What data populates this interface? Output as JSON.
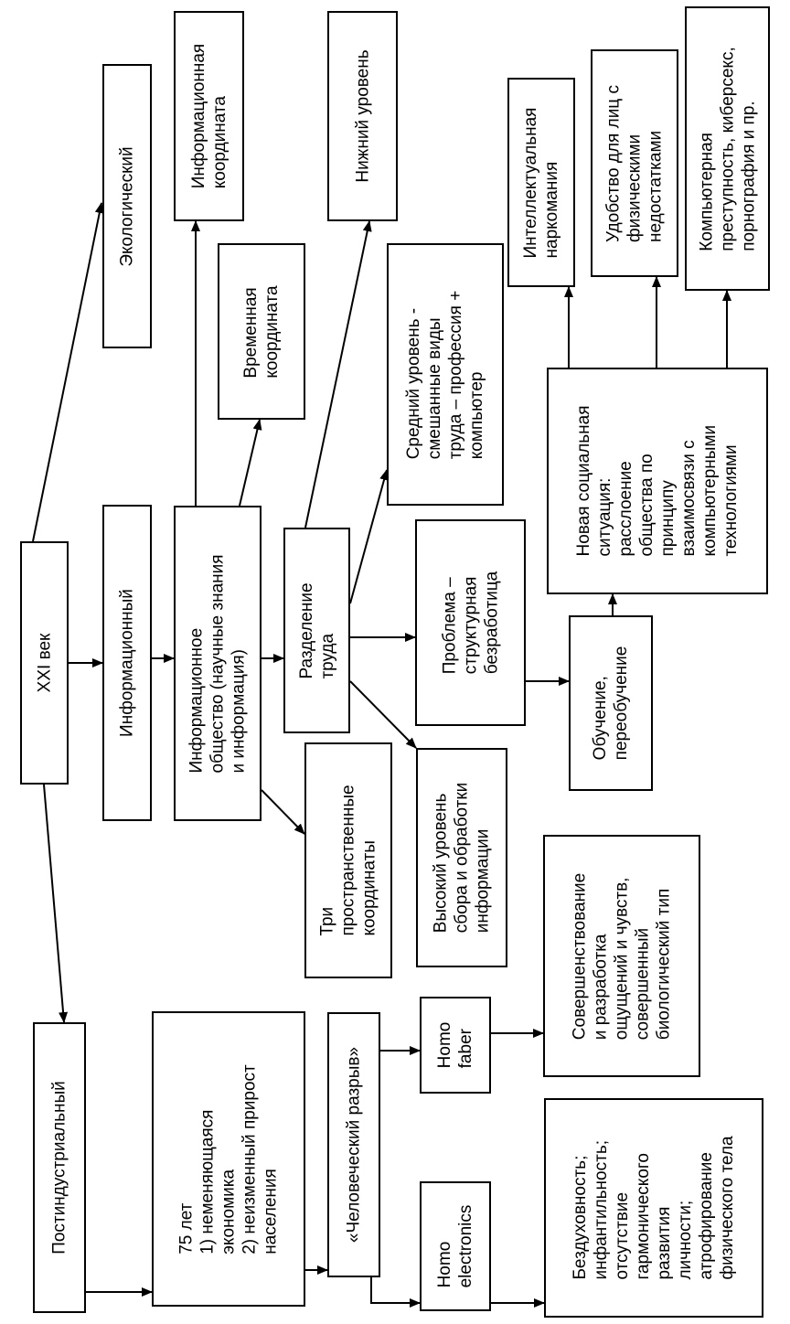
{
  "nodes": {
    "xxi": "XXI век",
    "ecological": "Экологический",
    "informational": "Информационный",
    "postindustrial": "Постиндустриальный",
    "info_society": "Информационное\nобщество (научные знания\nи информация)",
    "info_coord": "Информационная\nкоордината",
    "time_coord": "Временная\nкоордината",
    "space_coords": "Три\nпространственные\nкоординаты",
    "division_labor": "Разделение\nтруда",
    "lower_level": "Нижний уровень",
    "middle_level": "Средний уровень -\nсмешанные виды\nтруда – профессия +\nкомпьютер",
    "problem": "Проблема –\nструктурная\nбезработица",
    "high_level": "Высокий уровень\nсбора и обработки\nинформации",
    "training": "Обучение,\nпереобучение",
    "new_situation": "Новая социальная\nситуация:\nрасслоение\nобщества по\nпринципу\nвзаимосвязи с\nкомпьютерными\nтехнологиями",
    "intellectual": "Интеллектуальная\nнаркомания",
    "convenience": "Удобство для лиц с\nфизическими\nнедостатками",
    "cybercrime": "Компьютерная\nпреступность, киберсекс,\nпорнография и пр.",
    "seventy_five": "75 лет\n1) неменяющаяся\nэкономика\n2) неизменный прирост\nнаселения",
    "human_gap": "«Человеческий разрыв»",
    "homo_faber": "Homo\nfaber",
    "homo_electronics": "Homo\nelectronics",
    "perfection": "Совершенствование\nи разработка\nощущений и чувств,\nсовершенный\nбиологический тип",
    "spiritlessness": "Бездуховность;\nинфантильность;\nотсутствие\nгармонического\nразвития\nличности;\nатрофирование\nфизического тела"
  }
}
